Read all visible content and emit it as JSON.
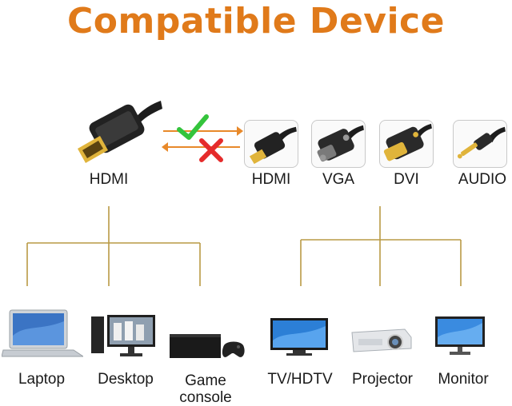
{
  "title": "Compatible Device",
  "colors": {
    "title": "#e07a1a",
    "tree_line": "#b99a45",
    "arrow": "#e8892a",
    "check": "#34c43c",
    "cross": "#e52b2b",
    "gold": "#e0b43b"
  },
  "source": {
    "label": "HDMI",
    "icon": "hdmi-plug-icon"
  },
  "compatibility": {
    "forward": "check-icon",
    "reverse": "cross-icon"
  },
  "targets": [
    {
      "label": "HDMI",
      "icon": "hdmi-port-icon"
    },
    {
      "label": "VGA",
      "icon": "vga-connector-icon"
    },
    {
      "label": "DVI",
      "icon": "dvi-connector-icon"
    },
    {
      "label": "AUDIO",
      "icon": "audio-jack-icon"
    }
  ],
  "source_devices": [
    {
      "label": "Laptop",
      "icon": "laptop-icon"
    },
    {
      "label": "Desktop",
      "icon": "desktop-icon"
    },
    {
      "label": "Game console",
      "icon": "game-console-icon"
    }
  ],
  "display_devices": [
    {
      "label": "TV/HDTV",
      "icon": "tv-icon"
    },
    {
      "label": "Projector",
      "icon": "projector-icon"
    },
    {
      "label": "Monitor",
      "icon": "monitor-icon"
    }
  ]
}
